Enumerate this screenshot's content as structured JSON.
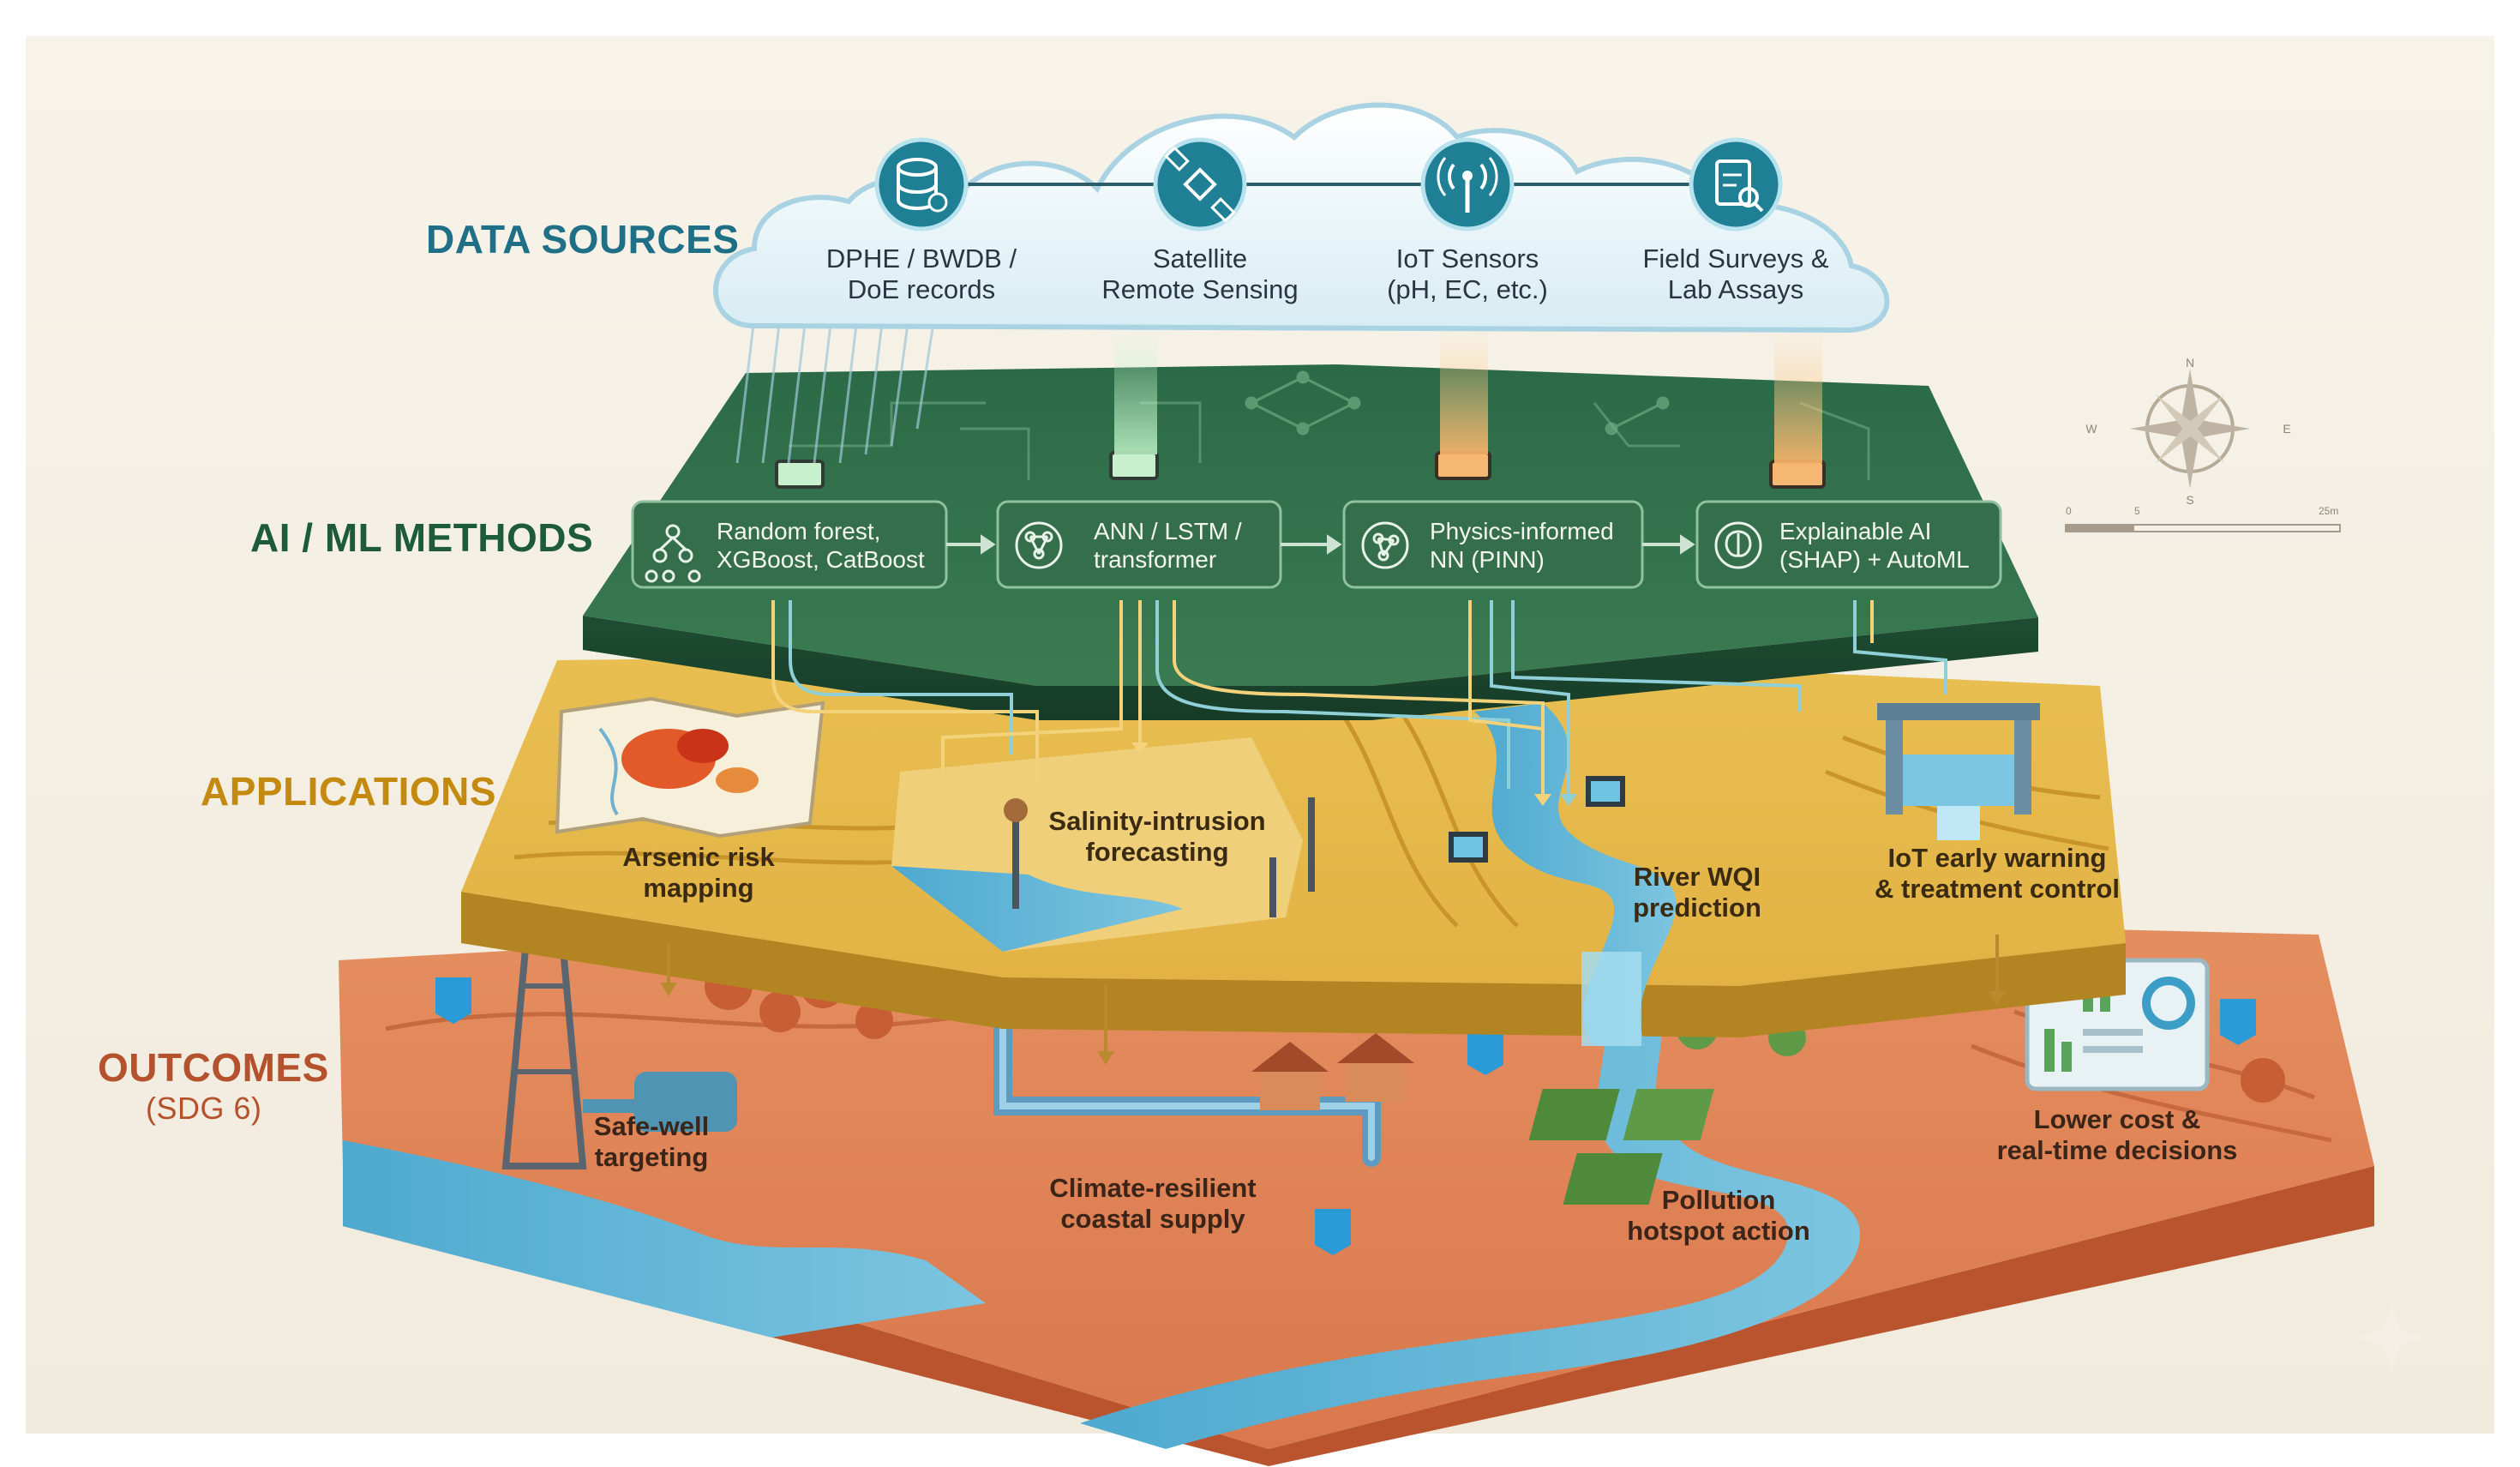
{
  "tiers": {
    "data_sources": "DATA SOURCES",
    "methods": "AI / ML METHODS",
    "applications": "APPLICATIONS",
    "outcomes": "OUTCOMES",
    "outcomes_sub": "(SDG 6)"
  },
  "sources": [
    {
      "line1": "DPHE / BWDB /",
      "line2": "DoE records",
      "icon": "database-icon"
    },
    {
      "line1": "Satellite",
      "line2": "Remote Sensing",
      "icon": "satellite-icon"
    },
    {
      "line1": "IoT Sensors",
      "line2": "(pH, EC, etc.)",
      "icon": "sensor-antenna-icon"
    },
    {
      "line1": "Field Surveys &",
      "line2": "Lab Assays",
      "icon": "clipboard-magnifier-icon"
    }
  ],
  "methods": [
    {
      "line1": "Random forest,",
      "line2": "XGBoost, CatBoost",
      "icon": "decision-tree-icon"
    },
    {
      "line1": "ANN / LSTM /",
      "line2": "transformer",
      "icon": "neural-network-icon"
    },
    {
      "line1": "Physics-informed",
      "line2": "NN (PINN)",
      "icon": "network-graph-icon"
    },
    {
      "line1": "Explainable AI",
      "line2": "(SHAP) + AutoML",
      "icon": "brain-icon"
    }
  ],
  "applications": [
    {
      "line1": "Arsenic risk",
      "line2": "mapping"
    },
    {
      "line1": "Salinity-intrusion",
      "line2": "forecasting"
    },
    {
      "line1": "River WQI",
      "line2": "prediction"
    },
    {
      "line1": "IoT early warning",
      "line2": "& treatment control"
    }
  ],
  "outcomes": [
    {
      "line1": "Safe-well",
      "line2": "targeting"
    },
    {
      "line1": "Climate-resilient",
      "line2": "coastal supply"
    },
    {
      "line1": "Pollution",
      "line2": "hotspot action"
    },
    {
      "line1": "Lower cost &",
      "line2": "real-time decisions"
    }
  ],
  "compass": {
    "n": "N",
    "s": "S",
    "e": "E",
    "w": "W"
  },
  "scale_bar": {
    "start": "0",
    "mid": "5",
    "end": "25m"
  },
  "colors": {
    "sources_teal": "#1f6f86",
    "methods_green": "#2f6b45",
    "applications_yellow": "#e6b94a",
    "outcomes_terracotta": "#d97e53",
    "water_blue": "#5ab3d6"
  }
}
